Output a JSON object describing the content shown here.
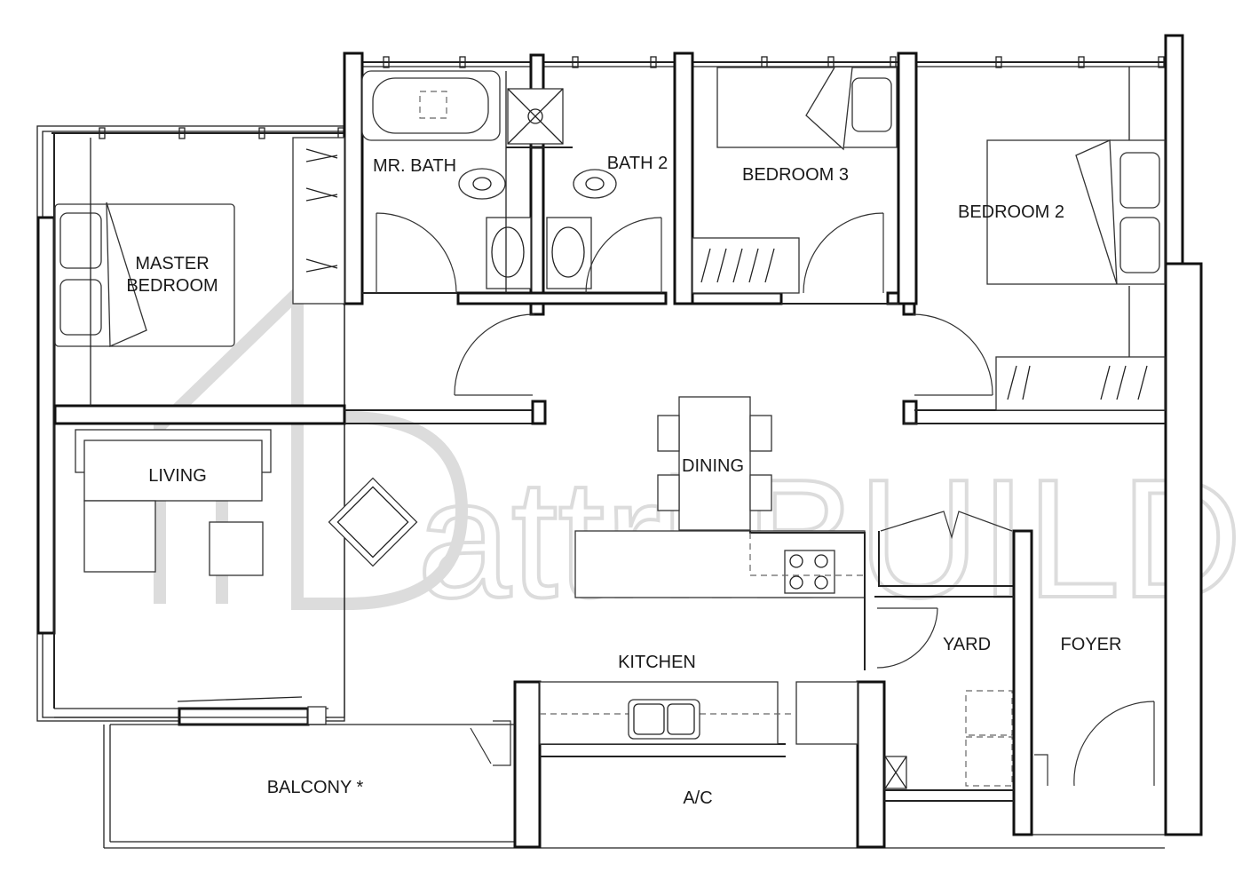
{
  "rooms": {
    "master_bedroom_line1": "MASTER",
    "master_bedroom_line2": "BEDROOM",
    "mr_bath": "MR. BATH",
    "bath_2": "BATH 2",
    "bedroom_3": "BEDROOM 3",
    "bedroom_2": "BEDROOM 2",
    "living": "LIVING",
    "dining": "DINING",
    "kitchen": "KITCHEN",
    "yard": "YARD",
    "foyer": "FOYER",
    "balcony": "BALCONY *",
    "ac": "A/C"
  },
  "watermark": {
    "text": "attri.BUILD"
  },
  "colors": {
    "wall": "#111111",
    "watermark": "#dcdcdc",
    "background": "#ffffff"
  }
}
